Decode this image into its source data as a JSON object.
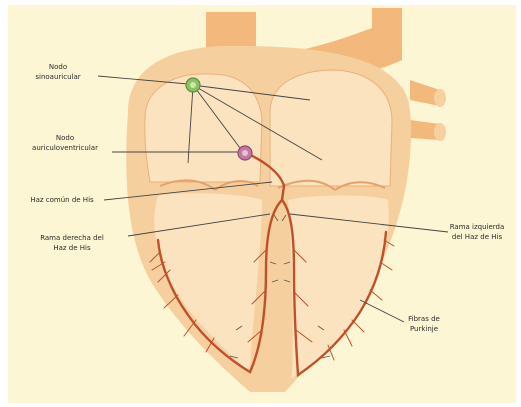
{
  "labels": {
    "sa_node": [
      "Nodo",
      "sinoauricular"
    ],
    "av_node": [
      "Nodo",
      "auriculoventricular"
    ],
    "his_bundle": "Haz común de His",
    "right_branch": [
      "Rama derecha del",
      "Haz de His"
    ],
    "left_branch": [
      "Rama izquierda",
      "del Haz de His"
    ],
    "purkinje": [
      "Fibras de",
      "Purkinje"
    ]
  },
  "colors": {
    "background": "#fdf6d4",
    "heart_tissue": "#f6cf9f",
    "heart_inner": "#fbe3c0",
    "vessels": "#f3b87b",
    "conduction": "#c0502a",
    "sa_node": "#8cc063",
    "av_node": "#c479a3",
    "pointer": "#444444"
  }
}
